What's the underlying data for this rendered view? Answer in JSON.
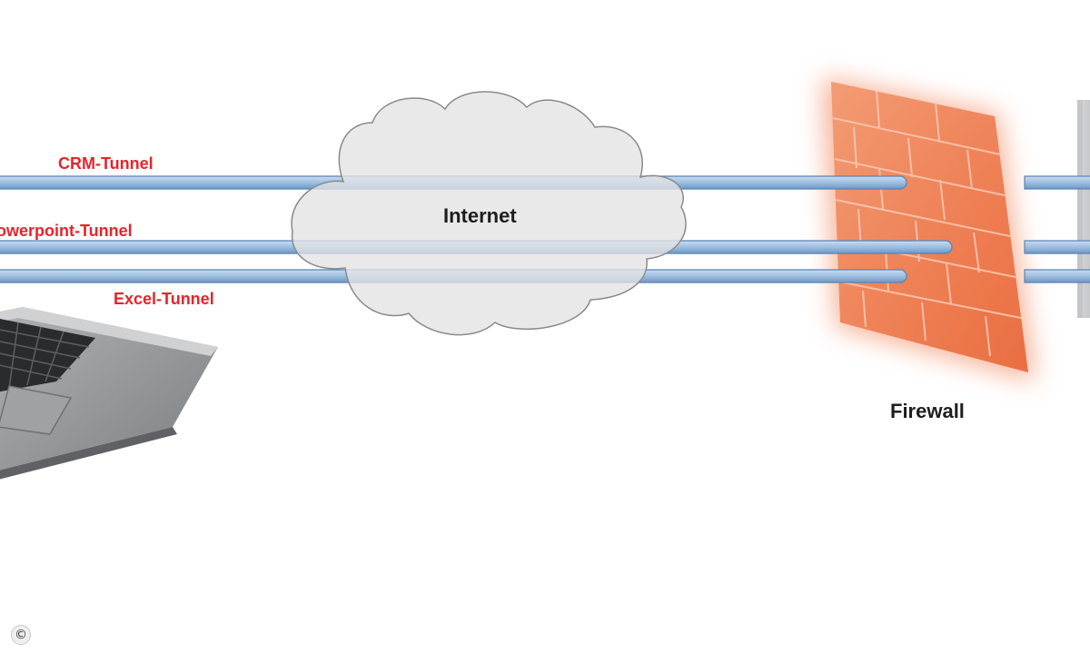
{
  "tunnels": [
    {
      "label": "CRM-Tunnel"
    },
    {
      "label": "owerpoint-Tunnel"
    },
    {
      "label": "Excel-Tunnel"
    }
  ],
  "nodes": {
    "internet": "Internet",
    "firewall": "Firewall"
  },
  "copyright": "©",
  "colors": {
    "tunnel": "#9dbfe0",
    "tunnel_border": "#5a82b4",
    "tunnel_label": "#e8232a",
    "firewall": "#ef7a50",
    "cloud": "#e6e6e6",
    "laptop": "#8f9194"
  },
  "icons": [
    "laptop-icon",
    "cloud-icon",
    "firewall-icon",
    "server-icon"
  ]
}
